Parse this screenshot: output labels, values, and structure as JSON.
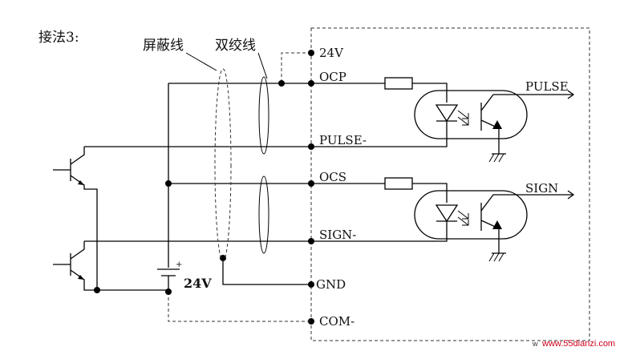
{
  "title": "接法3:",
  "labels": {
    "shield": "屏蔽线",
    "twisted_pair": "双绞线",
    "supply_voltage": "24V",
    "battery_plus": "+"
  },
  "terminals": [
    {
      "id": "24v",
      "label": "24V"
    },
    {
      "id": "ocp",
      "label": "OCP"
    },
    {
      "id": "pulse_minus",
      "label": "PULSE-"
    },
    {
      "id": "ocs",
      "label": "OCS"
    },
    {
      "id": "sign_minus",
      "label": "SIGN-"
    },
    {
      "id": "gnd",
      "label": "GND"
    },
    {
      "id": "com_minus",
      "label": "COM-"
    }
  ],
  "outputs": {
    "pulse": "PULSE",
    "sign": "SIGN"
  },
  "watermark": {
    "prefix": "w",
    "url": "www.55dianzi.com"
  }
}
